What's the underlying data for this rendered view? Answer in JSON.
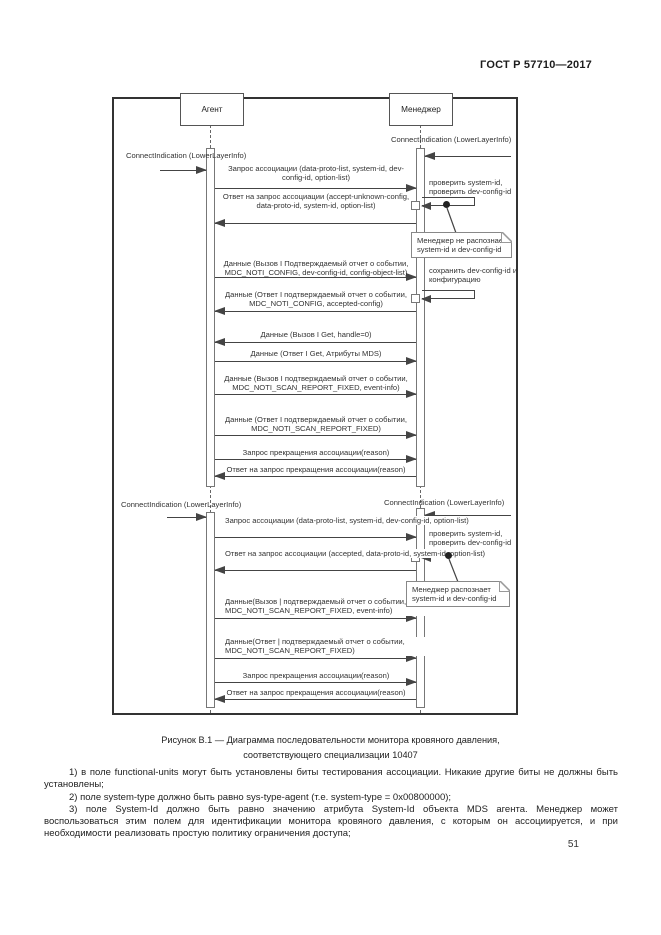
{
  "header": {
    "doc_code": "ГОСТ Р 57710—2017"
  },
  "diagram": {
    "actors": {
      "agent": "Агент",
      "manager": "Менеджер"
    },
    "connect_label": "ConnectIndication (LowerLayerInfo)",
    "sections": [
      {
        "messages": [
          "Запрос ассоциации (data-proto-list, system-id, dev-config-id, option-list)",
          "Ответ на запрос ассоциации (accept-unknown-config, data-proto-id, system-id, option-list)",
          "Данные (Вызов I Подтверждаемый отчет о событии, MDC_NOTI_CONFIG, dev-config-id, config-object-list)",
          "Данные (Ответ I подтверждаемый отчет о событии, MDC_NOTI_CONFIG, accepted-config)",
          "Данные (Вызов I Get, handle=0)",
          "Данные (Ответ I Get, Атрибуты MDS)",
          "Данные (Вызов I подтверждаемый отчет о событии, MDC_NOTI_SCAN_REPORT_FIXED, event-info)",
          "Данные (Ответ I подтверждаемый отчет о событии, MDC_NOTI_SCAN_REPORT_FIXED)",
          "Запрос прекращения ассоциации(reason)",
          "Ответ на запрос прекращения ассоциации(reason)"
        ],
        "self_actions": [
          "проверить system-id, проверить dev-config-id",
          "сохранить dev-config-id и конфигурацию"
        ],
        "note": "Менеджер не распознает system-id и dev-config-id"
      },
      {
        "messages": [
          "Запрос ассоциации (data-proto-list, system-id, dev-config-id, option-list)",
          "Ответ на запрос ассоциации (accepted, data-proto-id, system-id, option-list)",
          "Данные(Вызов | подтверждаемый отчет о событии, MDC_NOTI_SCAN_REPORT_FIXED, event-info)",
          "Данные(Ответ | подтверждаемый отчет о событии, MDC_NOTI_SCAN_REPORT_FIXED)",
          "Запрос прекращения ассоциации(reason)",
          "Ответ на запрос прекращения ассоциации(reason)"
        ],
        "self_actions": [
          "проверить system-id, проверить dev-config-id"
        ],
        "note": "Менеджер распознает system-id и dev-config-id"
      }
    ]
  },
  "caption": {
    "line1": "Рисунок В.1 — Диаграмма последовательности монитора кровяного давления,",
    "line2": "соответствующего специализации 10407"
  },
  "paragraphs": [
    "1) в поле functional-units могут быть установлены биты тестирования ассоциации. Никакие другие биты не должны быть установлены;",
    "2) поле system-type должно быть равно sys-type-agent (т.е. system-type = 0x00800000);",
    "3) поле System-Id должно быть равно значению атрибута System-Id объекта MDS агента. Менеджер может воспользоваться этим полем для идентификации монитора кровяного давления, с которым он ассоциируется, и при необходимости реализовать простую политику ограничения доступа;"
  ],
  "page_number": "51"
}
